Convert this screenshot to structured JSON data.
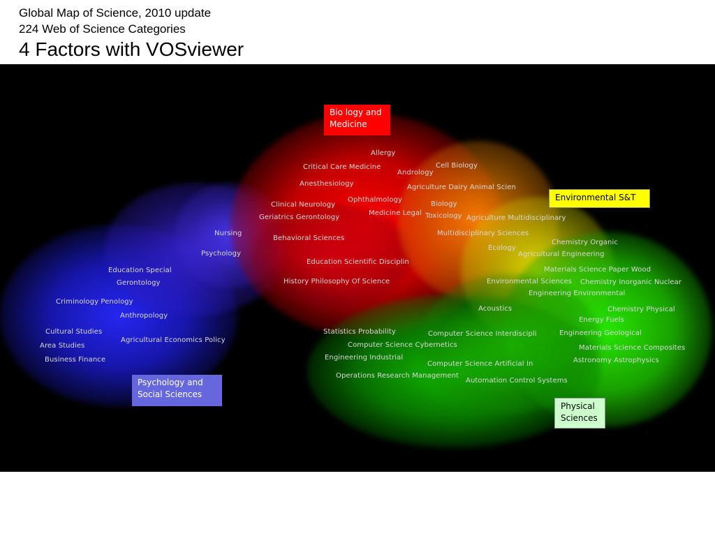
{
  "header": {
    "line1": "Global Map of Science, 2010 update",
    "line2": "224 Web of Science Categories",
    "line3": "4 Factors with VOSviewer"
  },
  "colors": {
    "biology": "#ff0000",
    "environmental": "#ffff00",
    "psychology": "#2222ff",
    "physical": "#00cc00",
    "background": "#000000",
    "term_text": "#d9d9d9"
  },
  "factors": {
    "biology": "Bio logy and Medicine",
    "environmental": "Environmental S&T",
    "psychology": "Psychology and Social Sciences",
    "physical": "Physical Sciences"
  },
  "terms": {
    "allergy": "Allergy",
    "critical_care": "Critical Care Medicine",
    "andrology": "Andrology",
    "cell_biology": "Cell Biology",
    "anesthesiology": "Anesthesiology",
    "agri_dairy": "Agriculture Dairy Animal Scien",
    "ophthalmology": "Ophthalmology",
    "clinical_neurology": "Clinical Neurology",
    "biology": "Biology",
    "medicine_legal": "Medicine Legal",
    "geriatrics": "Geriatrics Gerontology",
    "toxicology": "Toxicology",
    "agri_multi": "Agriculture Multidisciplinary",
    "nursing": "Nursing",
    "behavioral": "Behavioral Sciences",
    "multidisciplinary": "Multidisciplinary Sciences",
    "chem_organic": "Chemistry Organic",
    "psychology": "Psychology",
    "ecology": "Ecology",
    "agri_eng": "Agricultural Engineering",
    "education_sci": "Education Scientific Disciplin",
    "education_special": "Education Special",
    "materials_paper": "Materials Science Paper Wood",
    "gerontology": "Gerontology",
    "history_phil": "History Philosophy Of Science",
    "env_sciences": "Environmental Sciences",
    "chem_inorganic": "Chemistry Inorganic Nuclear",
    "eng_env": "Engineering Environmental",
    "criminology": "Criminology Penology",
    "acoustics": "Acoustics",
    "chem_physical": "Chemistry Physical",
    "anthropology": "Anthropology",
    "energy_fuels": "Energy Fuels",
    "stats": "Statistics Probability",
    "cs_inter": "Computer Science Interdiscipli",
    "eng_geological": "Engineering Geological",
    "cultural": "Cultural Studies",
    "agri_econ": "Agricultural Economics Policy",
    "area_studies": "Area Studies",
    "cs_cybernetics": "Computer Science Cybernetics",
    "materials_composites": "Materials Science Composites",
    "eng_industrial": "Engineering Industrial",
    "business": "Business Finance",
    "astronomy": "Astronomy Astrophysics",
    "cs_ai": "Computer Science Artificial In",
    "ops_research": "Operations Research Management",
    "automation": "Automation Control Systems"
  }
}
